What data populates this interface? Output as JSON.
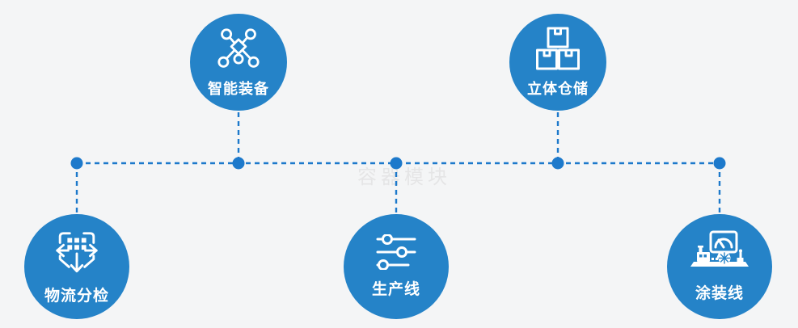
{
  "theme": {
    "background": "#f4f5f6",
    "circle_color": "#2583c8",
    "connector_color": "#1d79cb",
    "label_color": "#ffffff",
    "watermark_color": "#dcdcdc"
  },
  "watermark": {
    "text": "容器模块"
  },
  "nodes": [
    {
      "id": "smart-equipment",
      "label": "智能装备",
      "icon": "network-nodes-icon",
      "row": "top"
    },
    {
      "id": "stereo-warehouse",
      "label": "立体仓储",
      "icon": "stacked-boxes-icon",
      "row": "top"
    },
    {
      "id": "logistics-sorting",
      "label": "物流分检",
      "icon": "sorting-arrows-icon",
      "row": "bottom"
    },
    {
      "id": "production-line",
      "label": "生产线",
      "icon": "sliders-icon",
      "row": "bottom"
    },
    {
      "id": "painting-line",
      "label": "涂装线",
      "icon": "machine-monitor-icon",
      "row": "bottom"
    }
  ]
}
